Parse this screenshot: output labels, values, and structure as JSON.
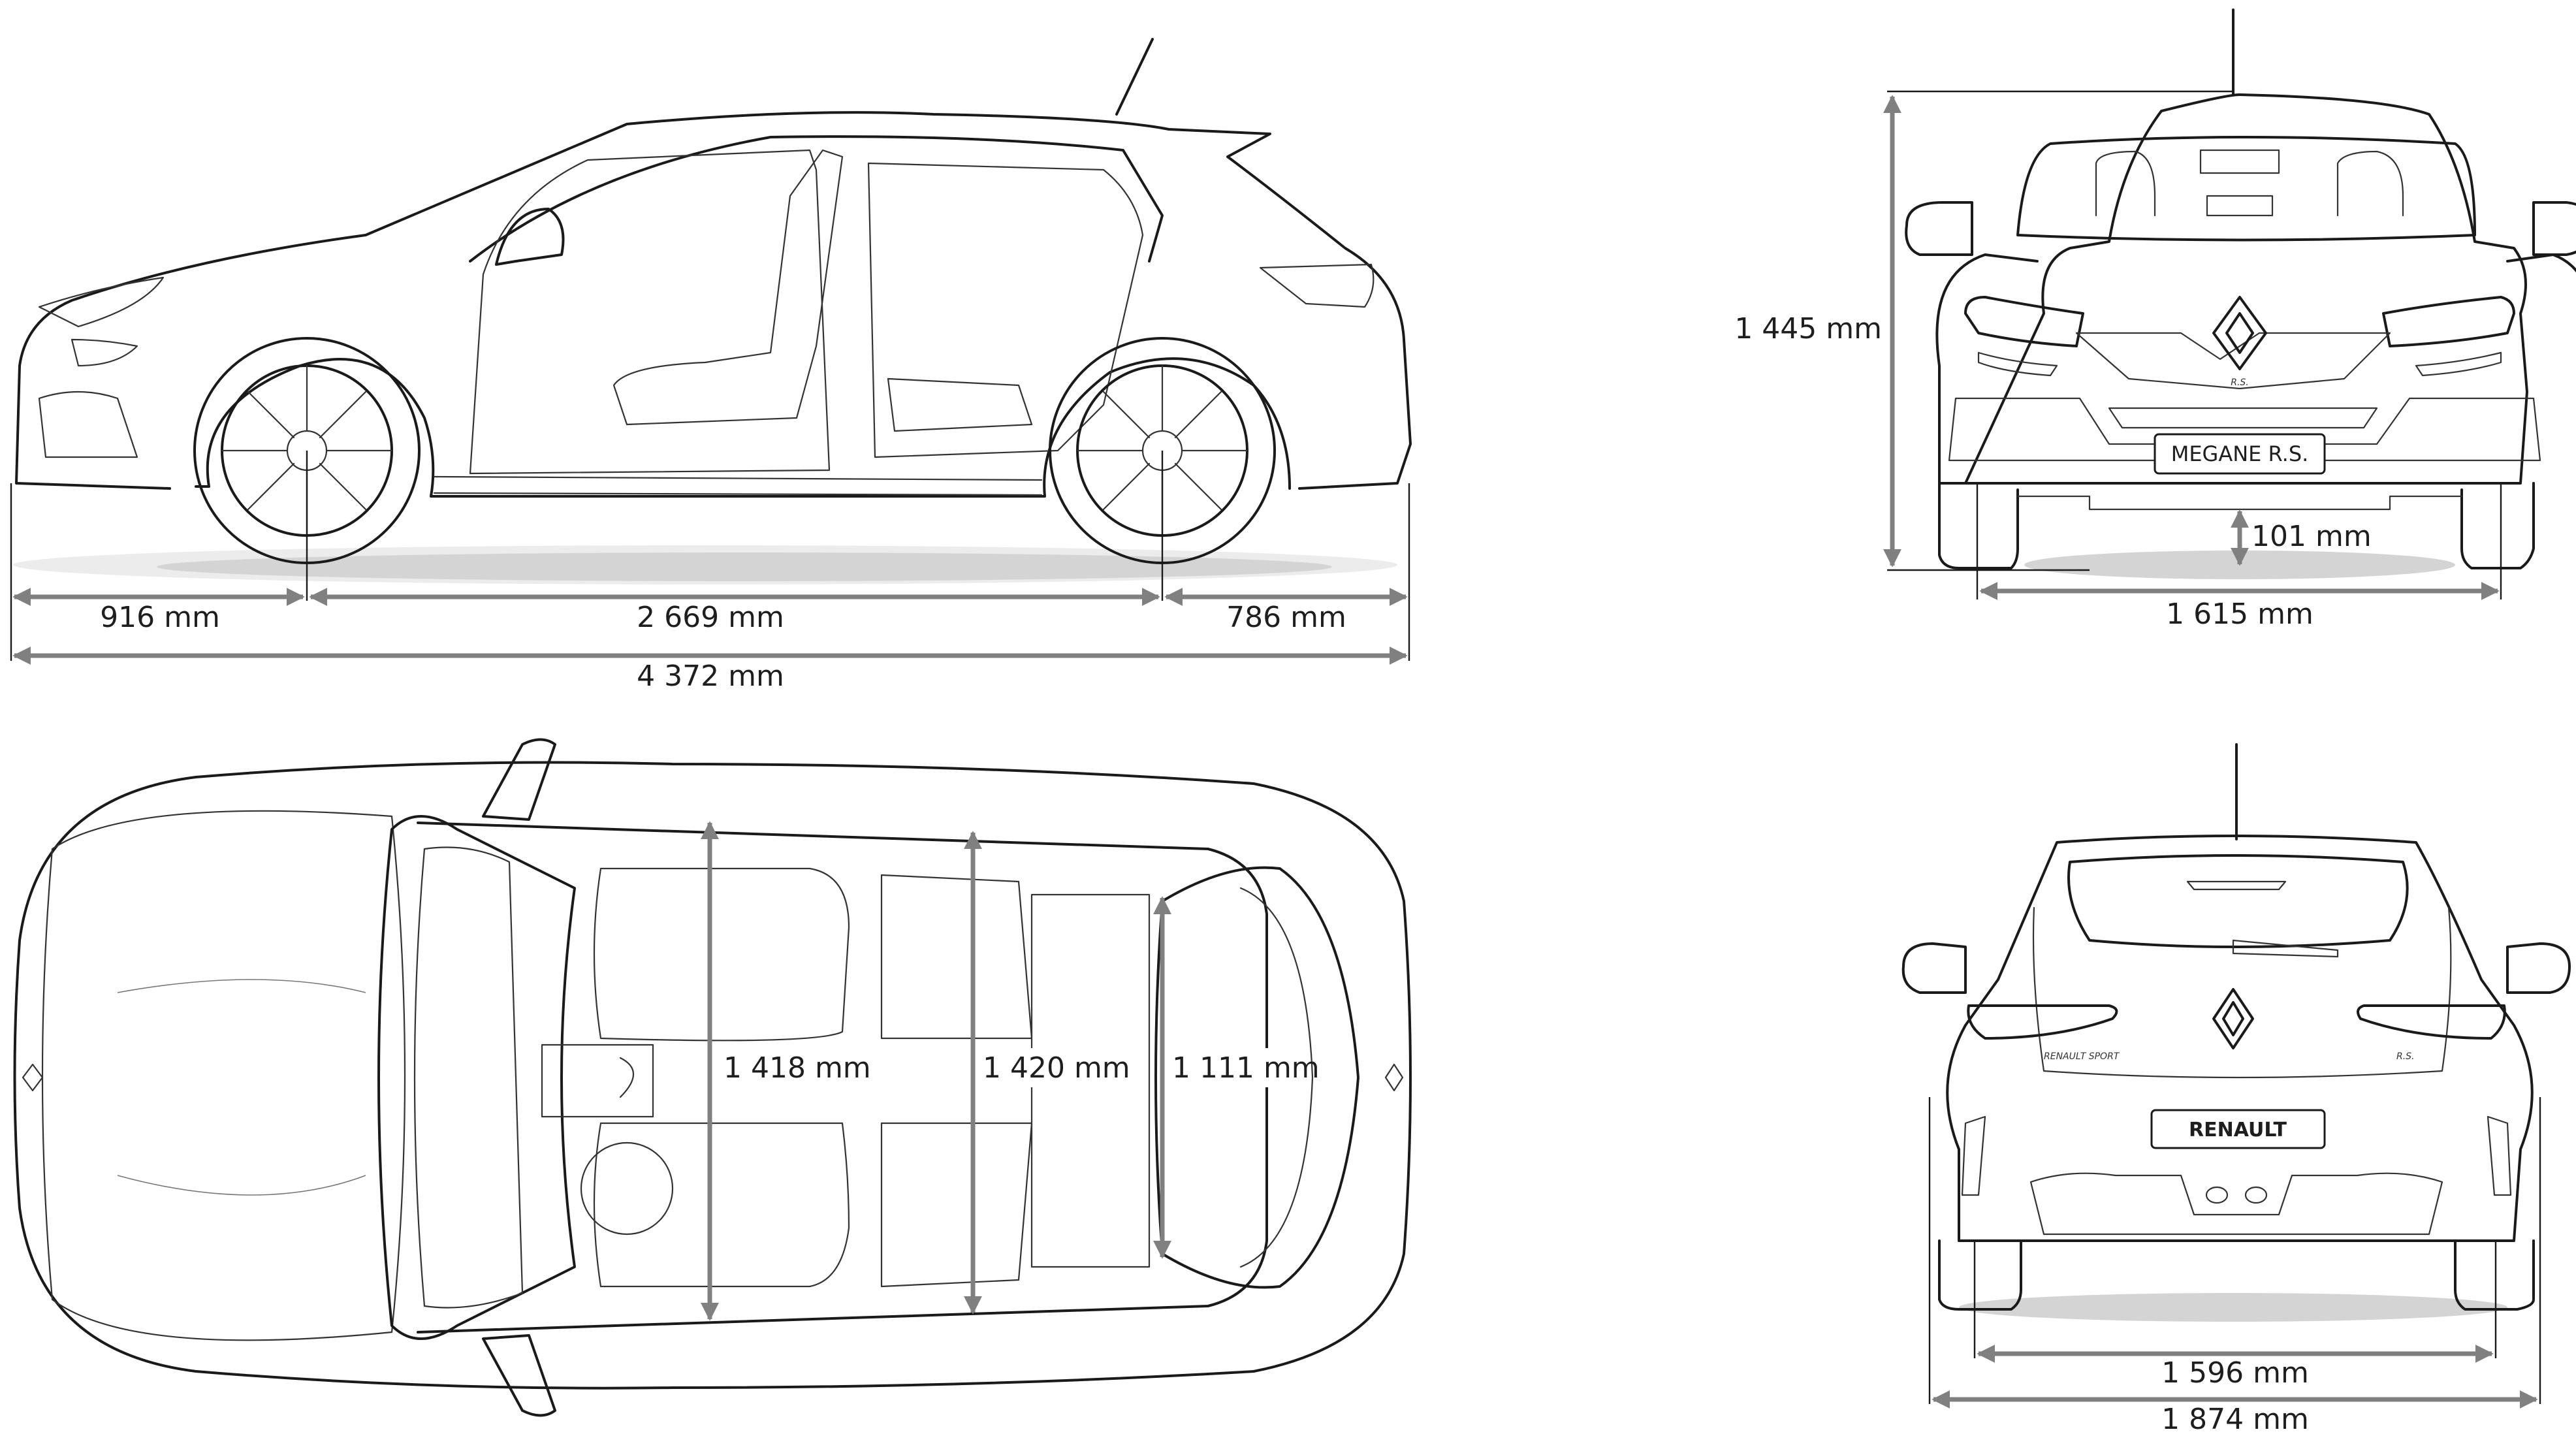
{
  "diagram": {
    "subject": "Renault Megane R.S. dimensions",
    "unit": "mm",
    "colors": {
      "line": "#1a1a1a",
      "dimension": "#808080",
      "shadow": "#d4d4d4",
      "background": "#ffffff"
    },
    "side_view": {
      "front_overhang": "916 mm",
      "wheelbase": "2 669 mm",
      "rear_overhang": "786 mm",
      "overall_length": "4 372 mm"
    },
    "front_view": {
      "overall_height": "1 445 mm",
      "ground_clearance": "101 mm",
      "front_track": "1 615 mm",
      "plate": "MEGANE R.S.",
      "grille_badge": "R.S."
    },
    "top_view": {
      "front_elbow_width": "1 418 mm",
      "rear_elbow_width": "1 420 mm",
      "boot_width": "1 111 mm"
    },
    "rear_view": {
      "rear_track": "1 596 mm",
      "overall_width": "1 874 mm",
      "plate": "RENAULT",
      "badge_left": "RENAULT SPORT",
      "badge_right": "R.S."
    }
  }
}
